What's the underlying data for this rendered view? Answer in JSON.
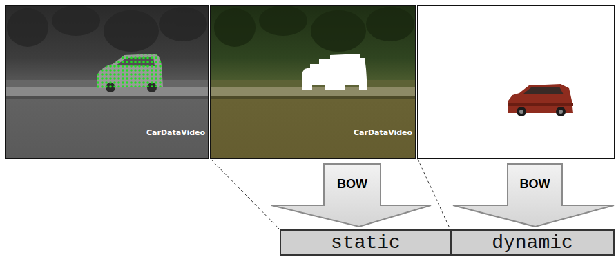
{
  "diagram": {
    "nodes": [
      {
        "text": [
          "BOW"
        ]
      },
      {
        "text": [
          "BOW"
        ]
      },
      {
        "text": [
          "static"
        ]
      },
      {
        "text": [
          "dynamic"
        ]
      }
    ],
    "labels": [
      "CarDataVideo",
      "CarDataVideo"
    ]
  }
}
